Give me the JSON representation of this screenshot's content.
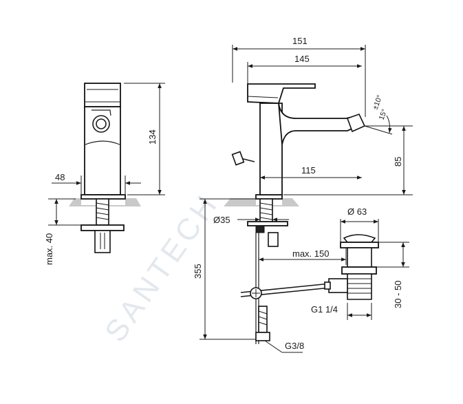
{
  "watermark": "SANTECH",
  "dimensions": {
    "width_total": "151",
    "width_body": "145",
    "reach": "115",
    "height_side": "134",
    "spout_height": "85",
    "angle_main": "15°",
    "angle_tol": "±10°",
    "base_width": "48",
    "max_thickness": "max. 40",
    "hole_diameter": "Ø35",
    "total_depth": "355",
    "max_150": "max. 150",
    "waste_diameter": "Ø 63",
    "waste_range": "30 - 50",
    "thread_waste": "G1 1/4",
    "thread_supply": "G3/8"
  },
  "colors": {
    "line": "#1a1a1a",
    "countertop": "#c9c9c9",
    "watermark": "#e3e8ee"
  }
}
